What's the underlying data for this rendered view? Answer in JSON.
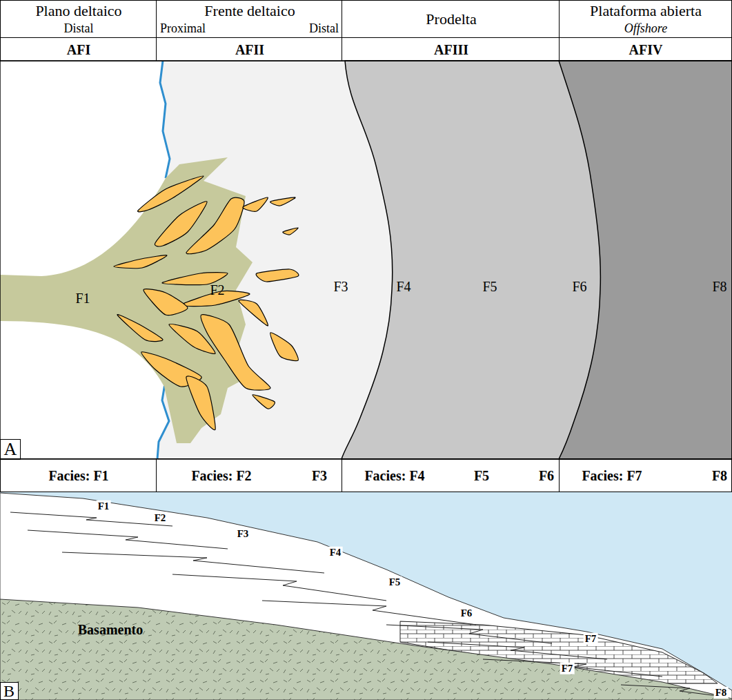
{
  "diagram": {
    "nodes": [
      {
        "text": [
          "Plano deltaico",
          "Distal"
        ]
      },
      {
        "text": [
          "Frente deltaico",
          "Proximal",
          "Distal"
        ]
      },
      {
        "text": [
          "Prodelta"
        ]
      },
      {
        "text": [
          "Plataforma abierta",
          "Offshore"
        ]
      },
      {
        "text": [
          "AFI"
        ]
      },
      {
        "text": [
          "AFII"
        ]
      },
      {
        "text": [
          "AFIII"
        ]
      },
      {
        "text": [
          "AFIV"
        ]
      },
      {
        "text": [
          "A"
        ]
      },
      {
        "text": [
          "Facies: F1"
        ]
      },
      {
        "text": [
          "Facies: F2",
          "F3"
        ]
      },
      {
        "text": [
          "Facies: F4",
          "F5",
          "F6"
        ]
      },
      {
        "text": [
          "Facies: F7",
          "F8"
        ]
      },
      {
        "text": [
          "B"
        ]
      }
    ],
    "labels": [
      "F1",
      "F2",
      "F3",
      "F4",
      "F5",
      "F6",
      "F8",
      "F1",
      "F2",
      "F3",
      "F4",
      "F5",
      "F6",
      "F7",
      "F7",
      "F8",
      "Basamento"
    ]
  }
}
